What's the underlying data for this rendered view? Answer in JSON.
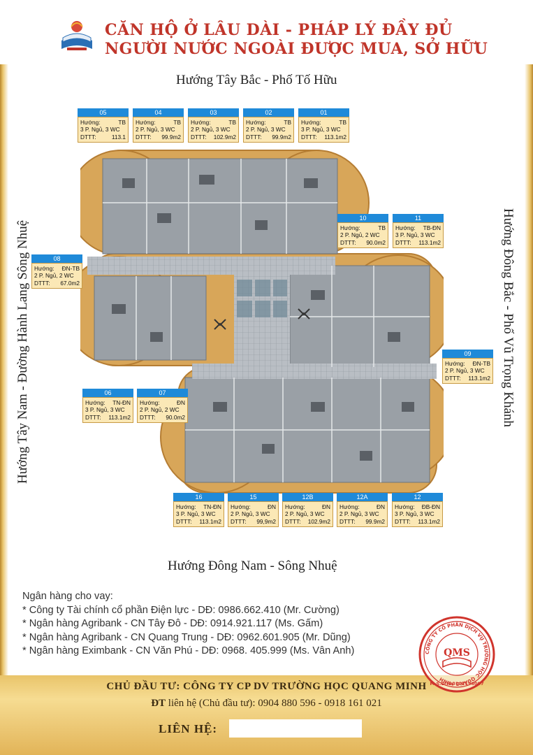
{
  "header": {
    "line1": "CĂN HỘ Ở LÂU DÀI - PHÁP LÝ ĐẦY ĐỦ",
    "line2": "NGƯỜI NƯỚC NGOÀI ĐƯỢC MUA, SỞ HỮU",
    "logo_icon": "open-book-logo-icon"
  },
  "directions": {
    "top": "Hướng Tây Bắc - Phố Tố Hữu",
    "bottom": "Hướng Đông Nam - Sông Nhuệ",
    "left": "Hướng Tây Nam - Đường Hành Lang Sông Nhuệ",
    "right": "Hướng Đông Bắc - Phố Vũ Trọng Khánh"
  },
  "units": [
    {
      "id": "05",
      "dir_label": "Hướng:",
      "dir": "TB",
      "rooms": "3 P. Ngủ, 3 WC",
      "area_label": "DTTT:",
      "area": "113.1"
    },
    {
      "id": "04",
      "dir_label": "Hướng:",
      "dir": "TB",
      "rooms": "2 P. Ngủ, 3 WC",
      "area_label": "DTTT:",
      "area": "99.9m2"
    },
    {
      "id": "03",
      "dir_label": "Hướng:",
      "dir": "TB",
      "rooms": "2 P. Ngủ, 3 WC",
      "area_label": "DTTT:",
      "area": "102.9m2"
    },
    {
      "id": "02",
      "dir_label": "Hướng:",
      "dir": "TB",
      "rooms": "2 P. Ngủ, 3 WC",
      "area_label": "DTTT:",
      "area": "99.9m2"
    },
    {
      "id": "01",
      "dir_label": "Hướng:",
      "dir": "TB",
      "rooms": "3 P. Ngủ, 3 WC",
      "area_label": "DTTT:",
      "area": "113.1m2"
    },
    {
      "id": "10",
      "dir_label": "Hướng:",
      "dir": "TB",
      "rooms": "2 P. Ngủ, 2 WC",
      "area_label": "DTTT:",
      "area": "90.0m2"
    },
    {
      "id": "11",
      "dir_label": "Hướng:",
      "dir": "TB-ĐN",
      "rooms": "3 P. Ngủ, 3 WC",
      "area_label": "DTTT:",
      "area": "113.1m2"
    },
    {
      "id": "08",
      "dir_label": "Hướng:",
      "dir": "ĐN-TB",
      "rooms": "2 P. Ngủ, 2 WC",
      "area_label": "DTTT:",
      "area": "67.0m2"
    },
    {
      "id": "09",
      "dir_label": "Hướng:",
      "dir": "ĐN-TB",
      "rooms": "2 P. Ngủ, 3 WC",
      "area_label": "DTTT:",
      "area": "113.1m2"
    },
    {
      "id": "06",
      "dir_label": "Hướng:",
      "dir": "TN-ĐN",
      "rooms": "3 P. Ngủ, 3 WC",
      "area_label": "DTTT:",
      "area": "113.1m2"
    },
    {
      "id": "07",
      "dir_label": "Hướng:",
      "dir": "ĐN",
      "rooms": "2 P. Ngủ, 2 WC",
      "area_label": "DTTT:",
      "area": "90.0m2"
    },
    {
      "id": "16",
      "dir_label": "Hướng:",
      "dir": "TN-ĐN",
      "rooms": "3 P. Ngủ, 3 WC",
      "area_label": "DTTT:",
      "area": "113.1m2"
    },
    {
      "id": "15",
      "dir_label": "Hướng:",
      "dir": "ĐN",
      "rooms": "2 P. Ngủ, 3 WC",
      "area_label": "DTTT:",
      "area": "99,9m2"
    },
    {
      "id": "12B",
      "dir_label": "Hướng:",
      "dir": "ĐN",
      "rooms": "2 P. Ngủ, 3 WC",
      "area_label": "DTTT:",
      "area": "102.9m2"
    },
    {
      "id": "12A",
      "dir_label": "Hướng:",
      "dir": "ĐN",
      "rooms": "2 P. Ngủ, 3 WC",
      "area_label": "DTTT:",
      "area": "99.9m2"
    },
    {
      "id": "12",
      "dir_label": "Hướng:",
      "dir": "ĐB-ĐN",
      "rooms": "3 P. Ngủ, 3 WC",
      "area_label": "DTTT:",
      "area": "113.1m2"
    }
  ],
  "banks": {
    "title": "Ngân hàng cho vay:",
    "items": [
      "* Công ty Tài chính cổ phần Điện lực - DĐ: 0986.662.410 (Mr. Cường)",
      "* Ngân hàng Agribank - CN Tây Đô - DĐ: 0914.921.117 (Ms. Gấm)",
      "* Ngân hàng Agribank - CN Quang Trung - DĐ: 0962.601.905 (Mr. Dũng)",
      "* Ngân hàng Eximbank - CN Văn Phú - DĐ: 0968. 405.999 (Ms. Vân Anh)"
    ]
  },
  "stamp": {
    "ring_text": "CÔNG TY CỔ PHẦN DỊCH VỤ TRƯỜNG HỌC QUANG MINH",
    "bottom_text": "M.S.D.N:0102196087",
    "center": "QMS"
  },
  "footer": {
    "investor": "CHỦ ĐẦU TƯ: CÔNG TY CP DV TRƯỜNG HỌC QUANG MINH",
    "phone_label": "ĐT",
    "phone": "liên hệ (Chủ đầu tư): 0904 880 596 - 0918 161 021",
    "contact_label": "LIÊN HỆ:"
  },
  "colors": {
    "title_red": "#c0352a",
    "card_blue": "#1f8ad9",
    "card_body": "#fbe8b6",
    "frame_gold": "#d8a659",
    "floor_grey": "#9aa0a6"
  }
}
